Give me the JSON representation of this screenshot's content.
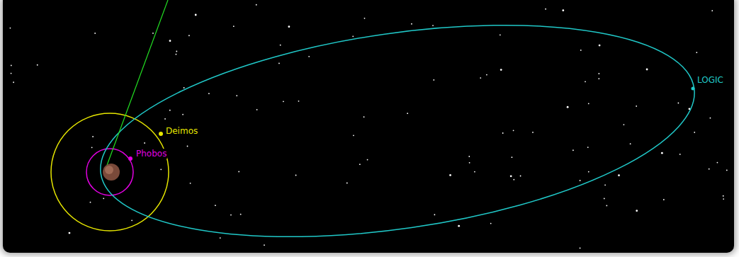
{
  "diagram": {
    "labels": [
      "Deimos",
      "Phobos",
      "LOGIC"
    ]
  }
}
